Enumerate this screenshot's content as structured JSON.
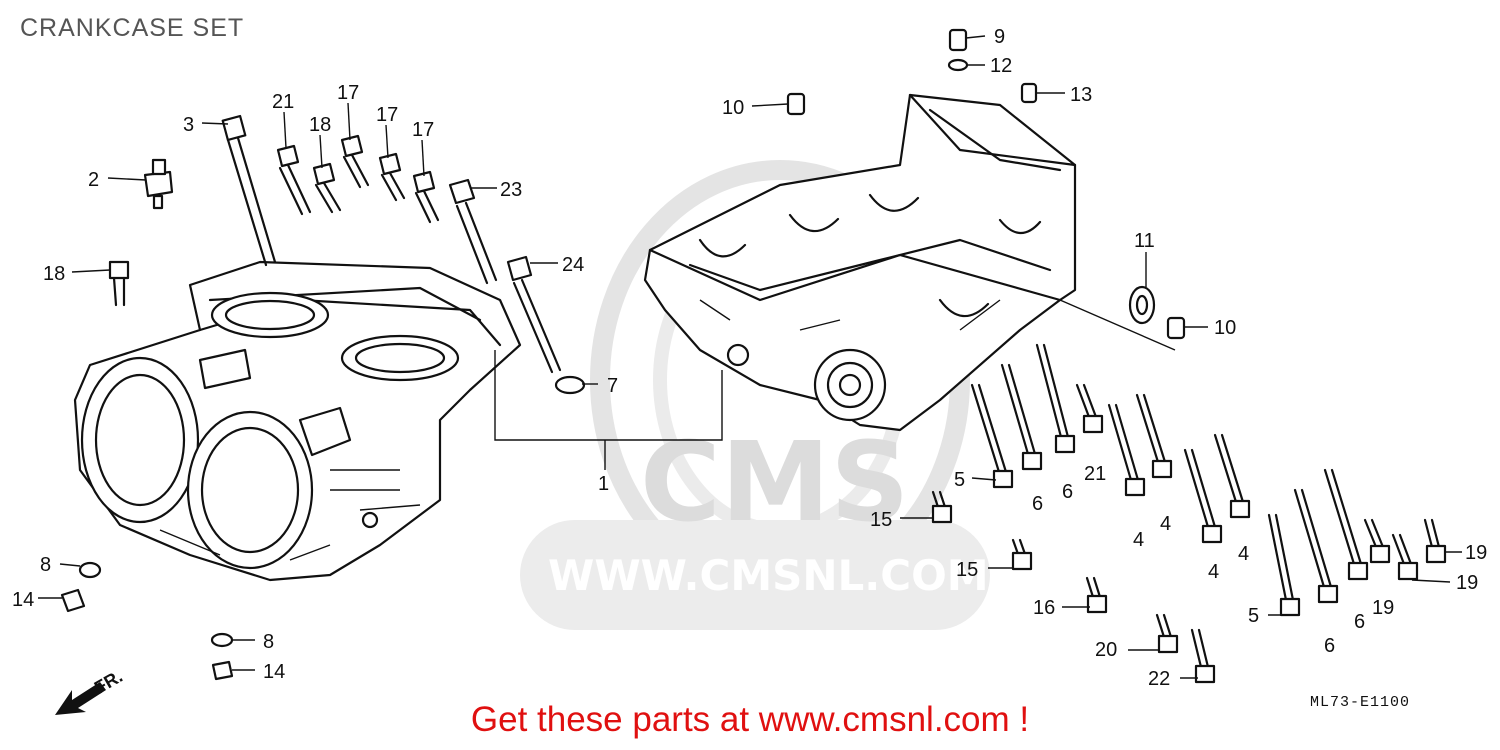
{
  "title": "CRANKCASE SET",
  "footer": "Get these parts at www.cmsnl.com !",
  "diagram_code": "ML73-E1100",
  "watermark": {
    "logo": "CMS",
    "url": "WWW.CMSNL.COM"
  },
  "direction_marker": "FR.",
  "callouts": [
    "1",
    "2",
    "3",
    "4",
    "5",
    "6",
    "7",
    "8",
    "9",
    "10",
    "11",
    "12",
    "13",
    "14",
    "15",
    "16",
    "17",
    "18",
    "19",
    "20",
    "21",
    "22",
    "23",
    "24"
  ],
  "label_text": {
    "l1": "1",
    "l2": "2",
    "l3": "3",
    "l7": "7",
    "l8a": "8",
    "l8b": "8",
    "l9": "9",
    "l10a": "10",
    "l10b": "10",
    "l11": "11",
    "l12": "12",
    "l13": "13",
    "l14a": "14",
    "l14b": "14",
    "l15a": "15",
    "l15b": "15",
    "l16": "16",
    "l17a": "17",
    "l17b": "17",
    "l17c": "17",
    "l18a": "18",
    "l18b": "18",
    "l19a": "19",
    "l19b": "19",
    "l19c": "19",
    "l20": "20",
    "l21a": "21",
    "l21b": "21",
    "l22": "22",
    "l23": "23",
    "l24": "24",
    "l4a": "4",
    "l4b": "4",
    "l4c": "4",
    "l4d": "4",
    "l5a": "5",
    "l5b": "5",
    "l6a": "6",
    "l6b": "6",
    "l6c": "6",
    "l6d": "6"
  }
}
